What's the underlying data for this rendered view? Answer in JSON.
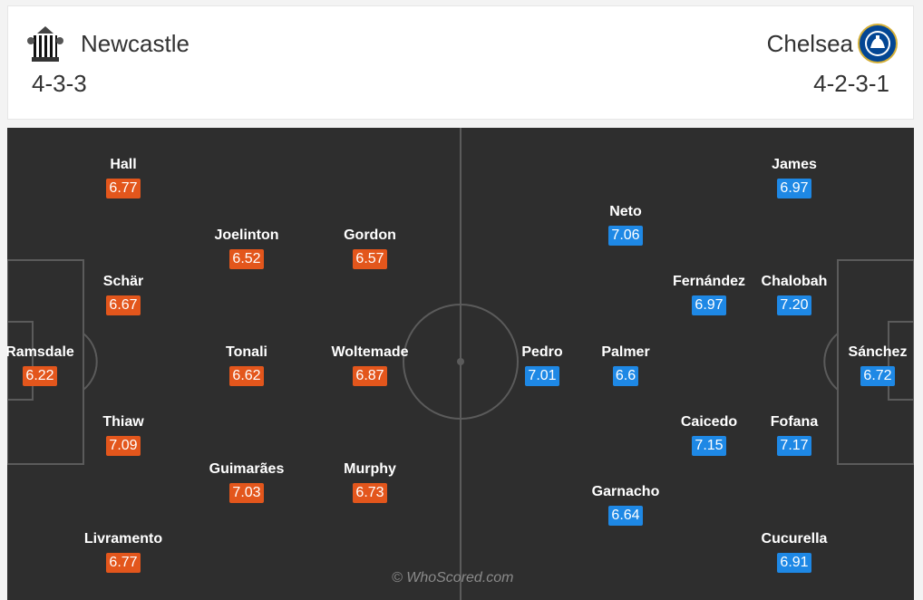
{
  "home": {
    "name": "Newcastle",
    "formation": "4-3-3",
    "crest_icon": "newcastle-crest-icon",
    "color": "#e3561c",
    "players": [
      {
        "name": "Hall",
        "rating": "6.77"
      },
      {
        "name": "Joelinton",
        "rating": "6.52"
      },
      {
        "name": "Gordon",
        "rating": "6.57"
      },
      {
        "name": "Schär",
        "rating": "6.67"
      },
      {
        "name": "Ramsdale",
        "rating": "6.22"
      },
      {
        "name": "Tonali",
        "rating": "6.62"
      },
      {
        "name": "Woltemade",
        "rating": "6.87"
      },
      {
        "name": "Thiaw",
        "rating": "7.09"
      },
      {
        "name": "Guimarães",
        "rating": "7.03"
      },
      {
        "name": "Murphy",
        "rating": "6.73"
      },
      {
        "name": "Livramento",
        "rating": "6.77"
      }
    ]
  },
  "away": {
    "name": "Chelsea",
    "formation": "4-2-3-1",
    "crest_icon": "chelsea-crest-icon",
    "color": "#1e88e5",
    "players": [
      {
        "name": "James",
        "rating": "6.97"
      },
      {
        "name": "Neto",
        "rating": "7.06"
      },
      {
        "name": "Fernández",
        "rating": "6.97"
      },
      {
        "name": "Chalobah",
        "rating": "7.20"
      },
      {
        "name": "Pedro",
        "rating": "7.01"
      },
      {
        "name": "Palmer",
        "rating": "6.6"
      },
      {
        "name": "Sánchez",
        "rating": "6.72"
      },
      {
        "name": "Caicedo",
        "rating": "7.15"
      },
      {
        "name": "Fofana",
        "rating": "7.17"
      },
      {
        "name": "Garnacho",
        "rating": "6.64"
      },
      {
        "name": "Cucurella",
        "rating": "6.91"
      }
    ]
  },
  "watermark": "© WhoScored.com"
}
